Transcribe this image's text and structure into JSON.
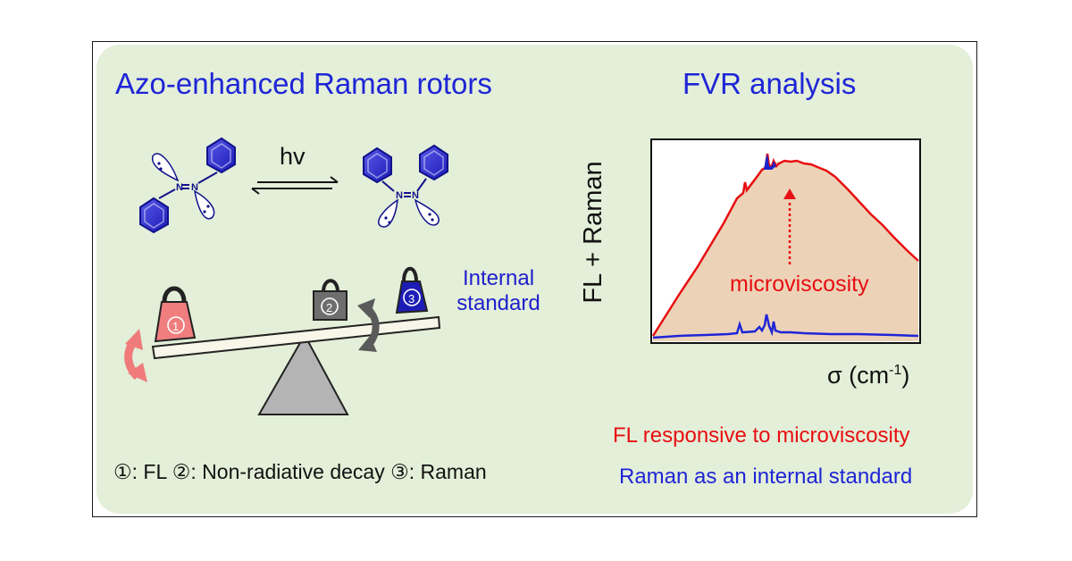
{
  "left_panel": {
    "title": "Azo-enhanced Raman rotors",
    "hv_label": "hv",
    "nitrogen_label": "N",
    "internal_standard": [
      "Internal",
      "standard"
    ],
    "weights": [
      {
        "marker": "1",
        "color": "#f07e7e"
      },
      {
        "marker": "2",
        "color": "#6e6e6e"
      },
      {
        "marker": "3",
        "color": "#1d1db6"
      }
    ],
    "legend": "①: FL  ②: Non-radiative decay  ③: Raman"
  },
  "right_panel": {
    "title": "FVR analysis",
    "y_axis_label": "FL + Raman",
    "x_axis_label": "σ (cm",
    "x_axis_sup": "-1",
    "x_axis_close": ")",
    "arrow_label": "microviscosity",
    "notes": {
      "fl": "FL responsive to microviscosity",
      "raman": "Raman as an internal standard"
    }
  },
  "colors": {
    "panel_bg": "#e3efd8",
    "title_blue": "#1f25d6",
    "fl_red": "#e80e12",
    "raman_blue": "#1f25d6",
    "fill_peach": "#ecd3b8"
  }
}
